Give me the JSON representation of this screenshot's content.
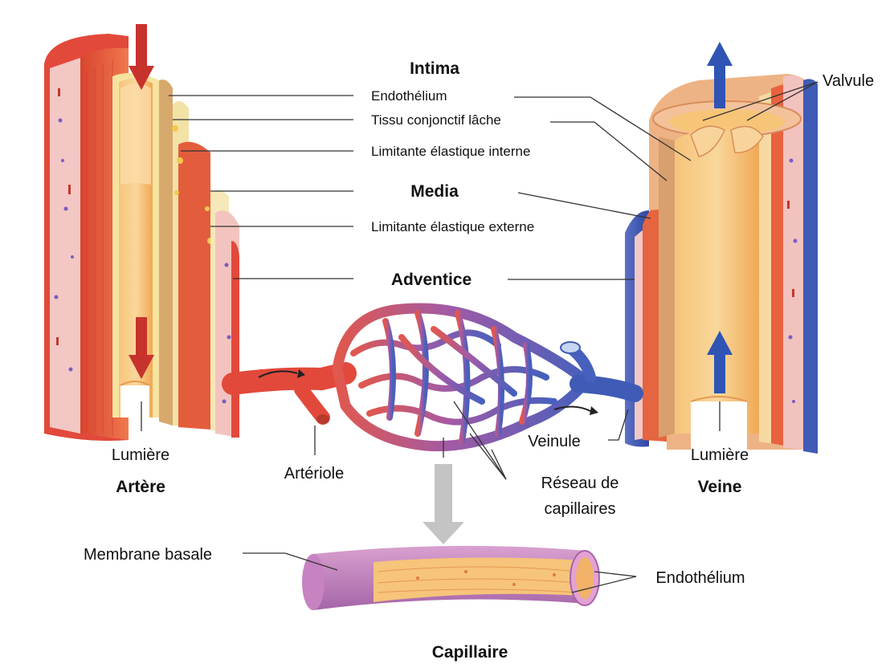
{
  "labels": {
    "intima": "Intima",
    "endothelium_top": "Endothélium",
    "loose_tissue": "Tissu conjonctif lâche",
    "internal_elastic": "Limitante élastique interne",
    "media": "Media",
    "external_elastic": "Limitante élastique externe",
    "adventice": "Adventice",
    "valvule": "Valvule",
    "lumen_artery": "Lumière",
    "artery": "Artère",
    "arteriole": "Artériole",
    "capillary_network_1": "Réseau de",
    "capillary_network_2": "capillaires",
    "venule": "Veinule",
    "lumen_vein": "Lumière",
    "vein": "Veine",
    "basal_membrane": "Membrane basale",
    "endothelium_capillary": "Endothélium",
    "capillary": "Capillaire"
  },
  "colors": {
    "artery_red": "#e24a3c",
    "artery_dark": "#c0392b",
    "muscle": "#e8623f",
    "adventitia_pink": "#f2c2bf",
    "lumen_orange": "#f4b766",
    "elastic_yellow": "#f7e49a",
    "vein_blue": "#3f5bb6",
    "capillary_purple": "#b87fb8",
    "flow_arrow_red": "#c8322c",
    "flow_arrow_blue": "#2f54b4",
    "grey_arrow": "#bdbdbd"
  }
}
